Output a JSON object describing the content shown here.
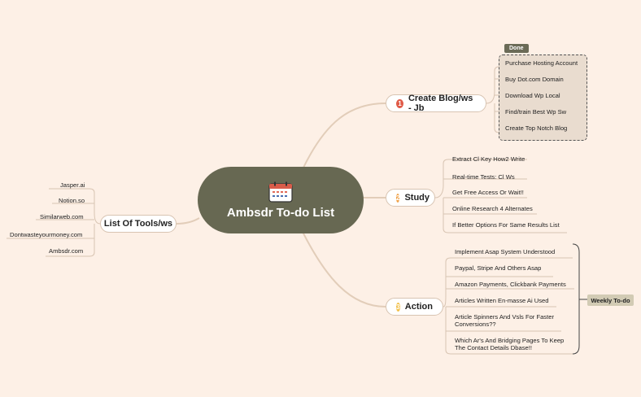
{
  "central": {
    "title": "Ambsdr To-do List",
    "icon": "calendar-icon"
  },
  "branches": {
    "blog": {
      "number": "1",
      "label": "Create Blog/ws - Jb",
      "color": "#e05a47",
      "tag": "Done",
      "items": [
        "Purchase Hosting Account",
        "Buy Dot.com Domain",
        "Download Wp Local",
        "Find/train Best Wp Sw",
        "Create Top Notch Blog"
      ]
    },
    "study": {
      "number": "2",
      "label": "Study",
      "color": "#f0a24a",
      "items": [
        "Extract Cl Key How2 Write",
        "Real-time Tests: Cl Ws",
        "Get Free Access Or Wait!!",
        "Online Research 4 Alternates",
        "If Better Options  For Same  Results List"
      ]
    },
    "action": {
      "number": "3",
      "label": "Action",
      "color": "#f2c14c",
      "tag": "Weekly To-do",
      "items": [
        {
          "l1": "Implement Asap System Understood",
          "l2": ""
        },
        {
          "l1": "Paypal, Stripe And Others Asap",
          "l2": ""
        },
        {
          "l1": "Amazon Payments, Clickbank Payments",
          "l2": ""
        },
        {
          "l1": "Articles Written En-masse Ai Used",
          "l2": ""
        },
        {
          "l1": "Article Spinners And Vsls For Faster",
          "l2": "Conversions??"
        },
        {
          "l1": "Which Ar's And Bridging Pages To Keep",
          "l2": "The Contact Details Dbase!!"
        }
      ]
    },
    "tools": {
      "label": "List Of Tools/ws",
      "items": [
        "Jasper.ai",
        "Notion.so",
        "Similarweb.com",
        "Dontwasteyourmoney.com",
        "Ambsdr.com"
      ]
    }
  }
}
